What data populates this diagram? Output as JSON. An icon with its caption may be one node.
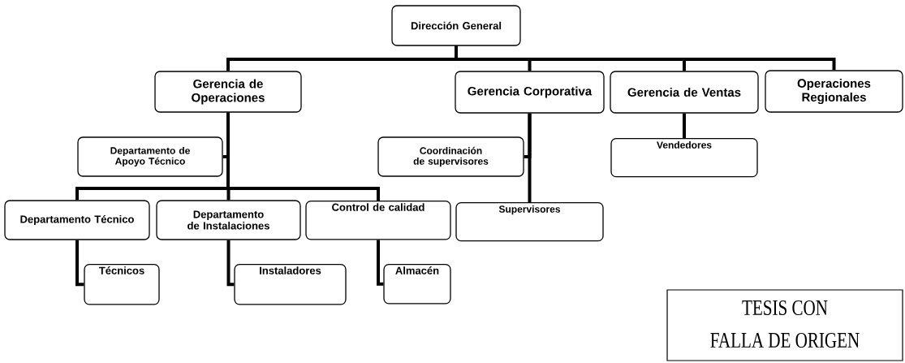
{
  "diagram": {
    "nodes": [
      {
        "text": [
          "Dirección General"
        ]
      },
      {
        "text": [
          "Gerencia de Operaciones"
        ]
      },
      {
        "text": [
          "Gerencia Corporativa"
        ]
      },
      {
        "text": [
          "Gerencia de Ventas"
        ]
      },
      {
        "text": [
          "Operaciones Regionales"
        ]
      },
      {
        "text": [
          "Departamento de Apoyo Técnico"
        ]
      },
      {
        "text": [
          "Coordinación de supervisores"
        ]
      },
      {
        "text": [
          "Vendedores"
        ]
      },
      {
        "text": [
          "Departamento Técnico"
        ]
      },
      {
        "text": [
          "Departamento de Instalaciones"
        ]
      },
      {
        "text": [
          "Control de calidad"
        ]
      },
      {
        "text": [
          "Supervisores"
        ]
      },
      {
        "text": [
          "Técnicos"
        ]
      },
      {
        "text": [
          "Instaladores"
        ]
      },
      {
        "text": [
          "Almacén"
        ]
      }
    ],
    "edges": [
      {
        "from": 0,
        "to": 1,
        "arrow": "none"
      },
      {
        "from": 0,
        "to": 2,
        "arrow": "none"
      },
      {
        "from": 0,
        "to": 3,
        "arrow": "none"
      },
      {
        "from": 0,
        "to": 4,
        "arrow": "none"
      },
      {
        "from": 1,
        "to": 5,
        "arrow": "none"
      },
      {
        "from": 1,
        "to": 8,
        "arrow": "none"
      },
      {
        "from": 1,
        "to": 9,
        "arrow": "none"
      },
      {
        "from": 1,
        "to": 10,
        "arrow": "none"
      },
      {
        "from": 2,
        "to": 6,
        "arrow": "none"
      },
      {
        "from": 2,
        "to": 11,
        "arrow": "none"
      },
      {
        "from": 3,
        "to": 7,
        "arrow": "none"
      },
      {
        "from": 8,
        "to": 12,
        "arrow": "none"
      },
      {
        "from": 9,
        "to": 13,
        "arrow": "none"
      },
      {
        "from": 10,
        "to": 14,
        "arrow": "none"
      }
    ],
    "labels": [
      "TESIS CON",
      "FALLA DE ORIGEN"
    ]
  }
}
